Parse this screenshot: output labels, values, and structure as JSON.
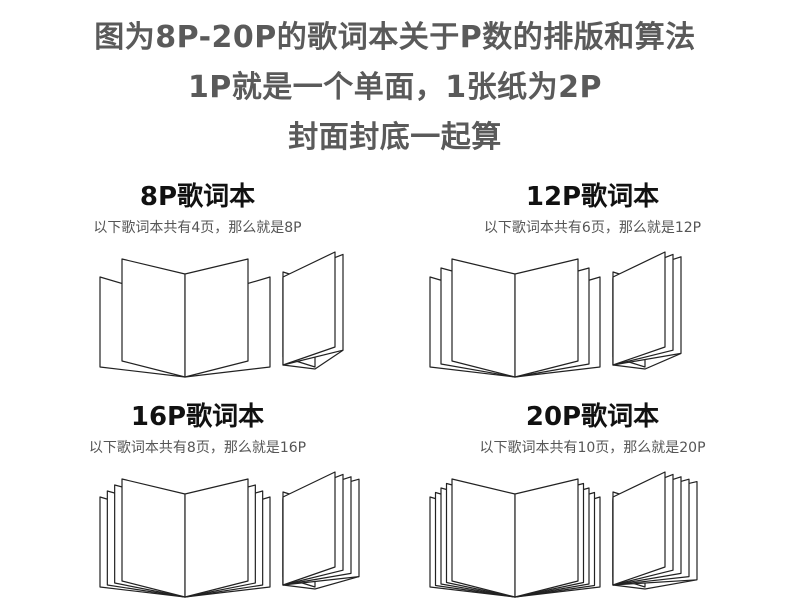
{
  "header": {
    "line1": "图为8P-20P的歌词本关于P数的排版和算法",
    "line2": "1P就是一个单面，1张纸为2P",
    "line3": "封面封底一起算"
  },
  "panels": [
    {
      "title": "8P歌词本",
      "desc": "以下歌词本共有4页，那么就是8P"
    },
    {
      "title": "12P歌词本",
      "desc": "以下歌词本共有6页，那么就是12P"
    },
    {
      "title": "16P歌词本",
      "desc": "以下歌词本共有8页，那么就是16P"
    },
    {
      "title": "20P歌词本",
      "desc": "以下歌词本共有10页，那么就是20P"
    }
  ],
  "colors": {
    "headline": "#5a5a5a",
    "title": "#111111",
    "desc": "#555555",
    "line": "#222222"
  }
}
